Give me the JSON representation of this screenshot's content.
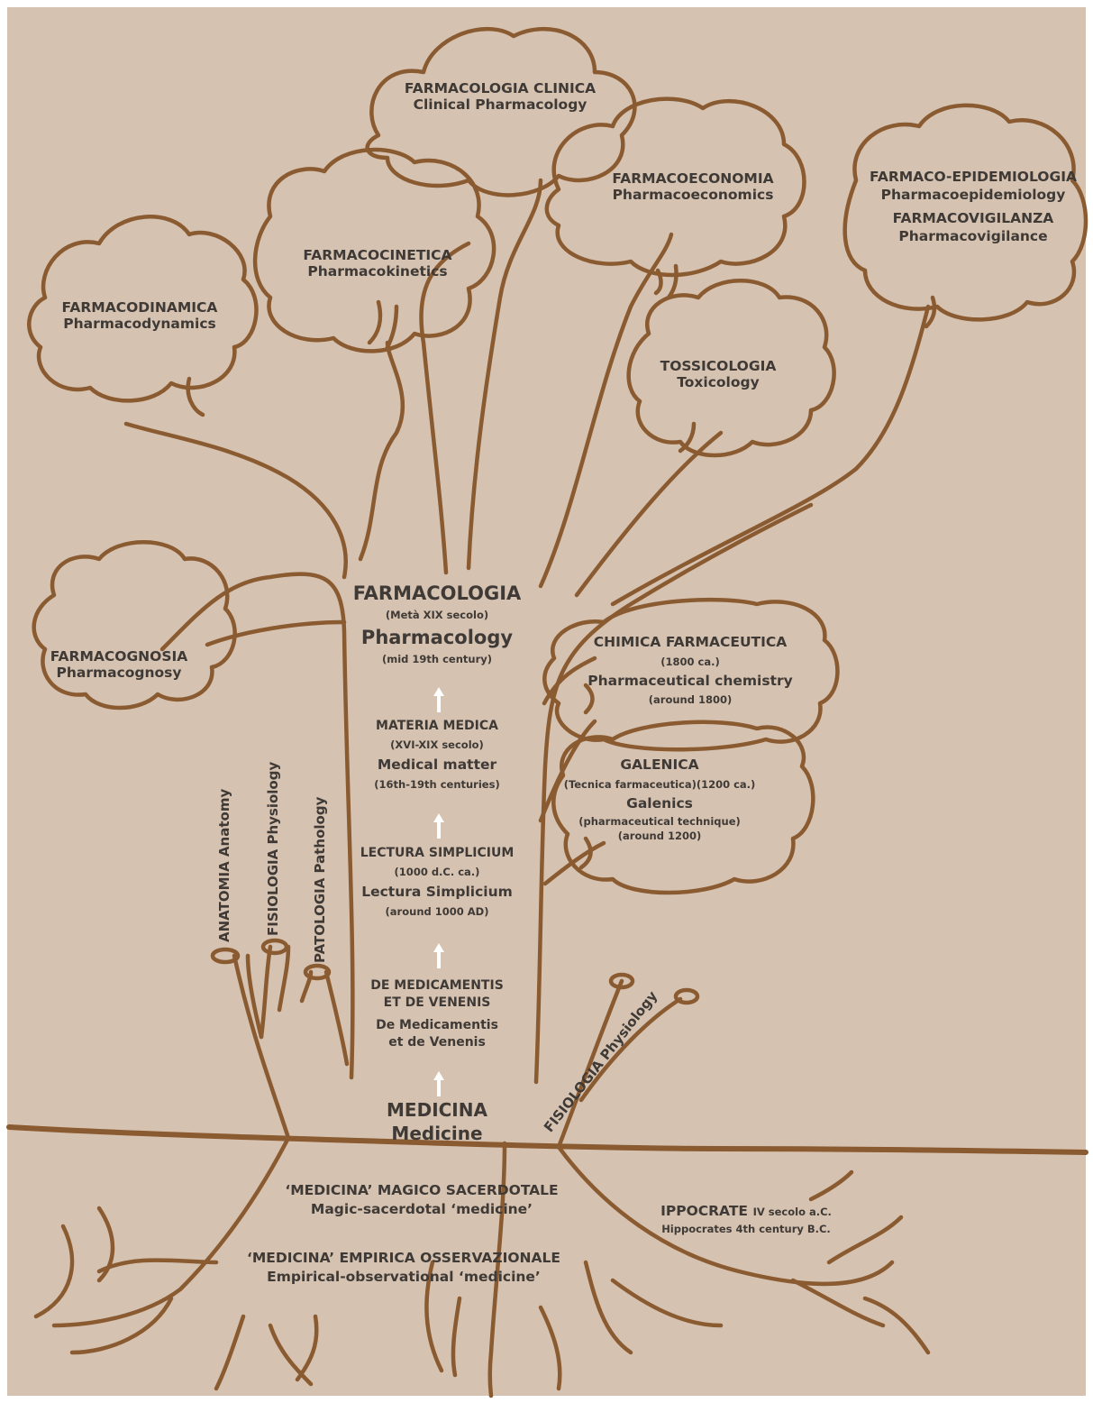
{
  "colors": {
    "background": "#d5c2b1",
    "stroke": "#8a5a30",
    "text": "#3f3a36",
    "arrow": "#ffffff"
  },
  "branches": {
    "farmacologia_clinica": {
      "it": "FARMACOLOGIA CLINICA",
      "en": "Clinical Pharmacology"
    },
    "farmacoeconomia": {
      "it": "FARMACOECONOMIA",
      "en": "Pharmacoeconomics"
    },
    "farmacocinetica": {
      "it": "FARMACOCINETICA",
      "en": "Pharmacokinetics"
    },
    "farmacodinamica": {
      "it": "FARMACODINAMICA",
      "en": "Pharmacodynamics"
    },
    "farmacoepidemiologia": {
      "it": "FARMACO-EPIDEMIOLOGIA",
      "en": "Pharmacoepidemiology"
    },
    "farmacovigilanza": {
      "it": "FARMACOVIGILANZA",
      "en": "Pharmacovigilance"
    },
    "tossicologia": {
      "it": "TOSSICOLOGIA",
      "en": "Toxicology"
    },
    "farmacognosia": {
      "it": "FARMACOGNOSIA",
      "en": "Pharmacognosy"
    },
    "chimica_farmaceutica": {
      "it": "CHIMICA FARMACEUTICA",
      "it_date": "(1800 ca.)",
      "en": "Pharmaceutical chemistry",
      "en_date": "(around 1800)"
    },
    "galenica": {
      "it": "GALENICA",
      "it_date": "(Tecnica farmaceutica)(1200 ca.)",
      "en": "Galenics",
      "en_note": "(pharmaceutical technique)",
      "en_date": "(around 1200)"
    }
  },
  "trunk": {
    "farmacologia": {
      "it": "FARMACOLOGIA",
      "it_date": "(Metà XIX secolo)",
      "en": "Pharmacology",
      "en_date": "(mid 19th century)"
    },
    "materia_medica": {
      "it": "MATERIA MEDICA",
      "it_date": "(XVI-XIX secolo)",
      "en": "Medical matter",
      "en_date": "(16th-19th centuries)"
    },
    "lectura": {
      "it": "LECTURA SIMPLICIUM",
      "it_date": "(1000 d.C. ca.)",
      "en": "Lectura Simplicium",
      "en_date": "(around 1000 AD)"
    },
    "de_medicamentis": {
      "it_line1": "DE MEDICAMENTIS",
      "it_line2": "ET DE VENENIS",
      "en_line1": "De Medicamentis",
      "en_line2": "et de Venenis"
    },
    "medicina": {
      "it": "MEDICINA",
      "en": "Medicine"
    }
  },
  "side_branches": {
    "anatomia": "ANATOMIA Anatomy",
    "fisiologia": "FISIOLOGIA Physiology",
    "patologia": "PATOLOGIA Pathology",
    "fisiologia_right": "FISIOLOGIA Physiology"
  },
  "roots": {
    "magico_it": "‘MEDICINA’ MAGICO SACERDOTALE",
    "magico_en": "Magic-sacerdotal ‘medicine’",
    "empirica_it": "‘MEDICINA’ EMPIRICA OSSERVAZIONALE",
    "empirica_en": "Empirical-observational ‘medicine’",
    "ippocrate_it": "IPPOCRATE",
    "ippocrate_it_date": "IV secolo a.C.",
    "ippocrate_en": "Hippocrates 4th century B.C."
  }
}
